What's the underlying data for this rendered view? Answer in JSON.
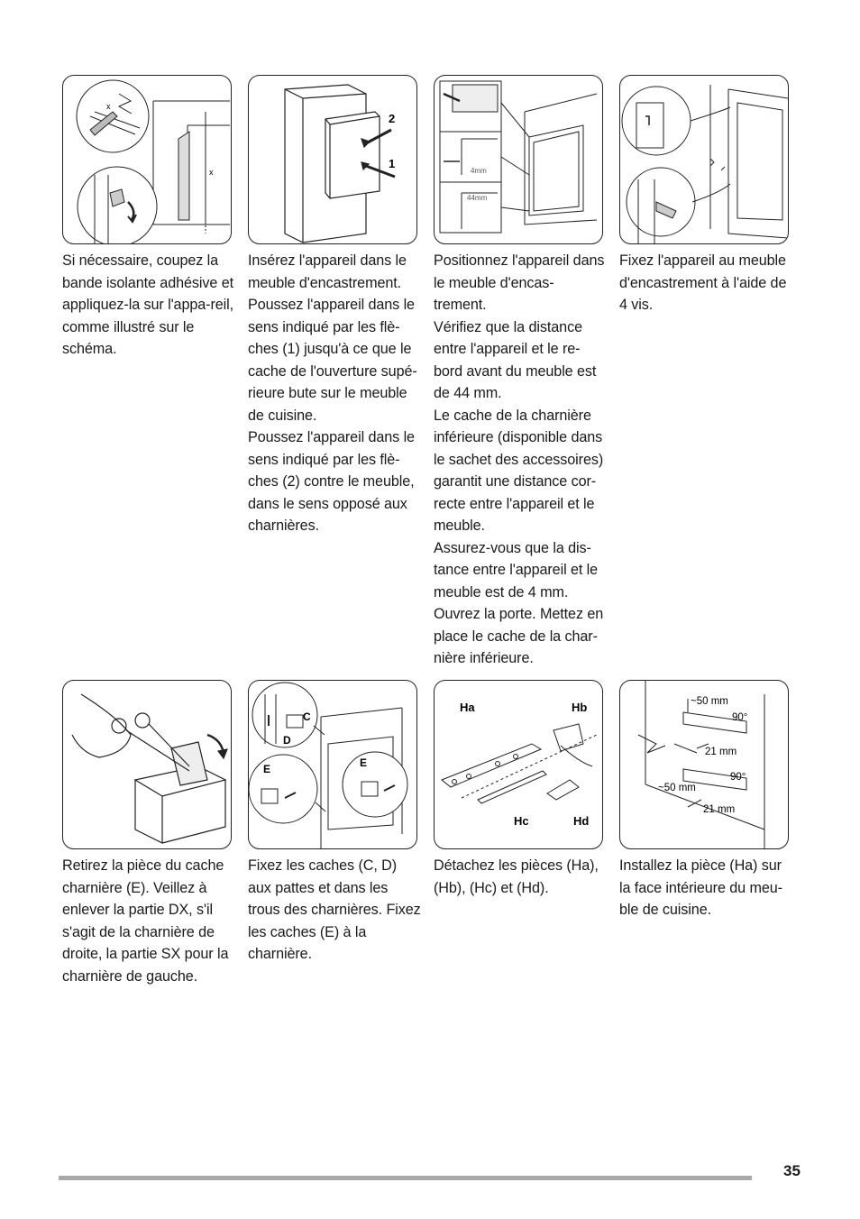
{
  "steps": [
    {
      "paragraphs": [
        "Si nécessaire, coupez la bande isolante adhésive et appliquez-la sur l'appa-reil, comme illustré sur le schéma."
      ],
      "figure_labels": {
        "x1": "x",
        "x2": "x"
      }
    },
    {
      "paragraphs": [
        "Insérez l'appareil dans le meuble d'encastrement. Poussez l'appareil dans le sens indiqué par les flè-ches (1) jusqu'à ce que le cache de l'ouverture supé-rieure bute sur le meuble de cuisine.",
        "Poussez l'appareil dans le sens indiqué par les flè-ches (2) contre le meuble, dans le sens opposé aux charnières."
      ],
      "figure_labels": {
        "arrow2": "2",
        "arrow1": "1"
      }
    },
    {
      "paragraphs": [
        "Positionnez l'appareil dans le meuble d'encas-trement.",
        "Vérifiez que la distance entre l'appareil et le re-bord avant du meuble est de 44 mm.",
        "Le cache de la charnière inférieure (disponible dans le sachet des accessoires) garantit une distance cor-recte entre l'appareil et le meuble.",
        "Assurez-vous que la dis-tance entre l'appareil et le meuble est de 4 mm.",
        "Ouvrez la porte. Mettez en place le cache de la char-nière inférieure."
      ],
      "figure_labels": {
        "dim4": "4mm",
        "dim44": "44mm"
      }
    },
    {
      "paragraphs": [
        "Fixez l'appareil au meuble d'encastrement à l'aide de 4 vis."
      ],
      "figure_labels": {}
    },
    {
      "paragraphs": [
        "Retirez la pièce du cache charnière (E). Veillez à enlever la partie DX, s'il s'agit de la charnière de droite, la partie SX pour la charnière de gauche."
      ],
      "figure_labels": {}
    },
    {
      "paragraphs": [
        "Fixez les caches (C, D) aux pattes et dans les trous des charnières. Fixez les caches (E) à la charnière."
      ],
      "figure_labels": {
        "c": "C",
        "d": "D",
        "e1": "E",
        "e2": "E"
      }
    },
    {
      "paragraphs": [
        "Détachez les pièces (Ha), (Hb), (Hc) et (Hd)."
      ],
      "figure_labels": {
        "ha": "Ha",
        "hb": "Hb",
        "hc": "Hc",
        "hd": "Hd"
      }
    },
    {
      "paragraphs": [
        "Installez la pièce (Ha) sur la face intérieure du meu-ble de cuisine."
      ],
      "figure_labels": {
        "m50a": "~50 mm",
        "deg1": "90°",
        "m21a": "21 mm",
        "deg2": "90°",
        "m50b": "~50 mm",
        "m21b": "21 mm"
      }
    }
  ],
  "footer": {
    "page_number": "35"
  }
}
